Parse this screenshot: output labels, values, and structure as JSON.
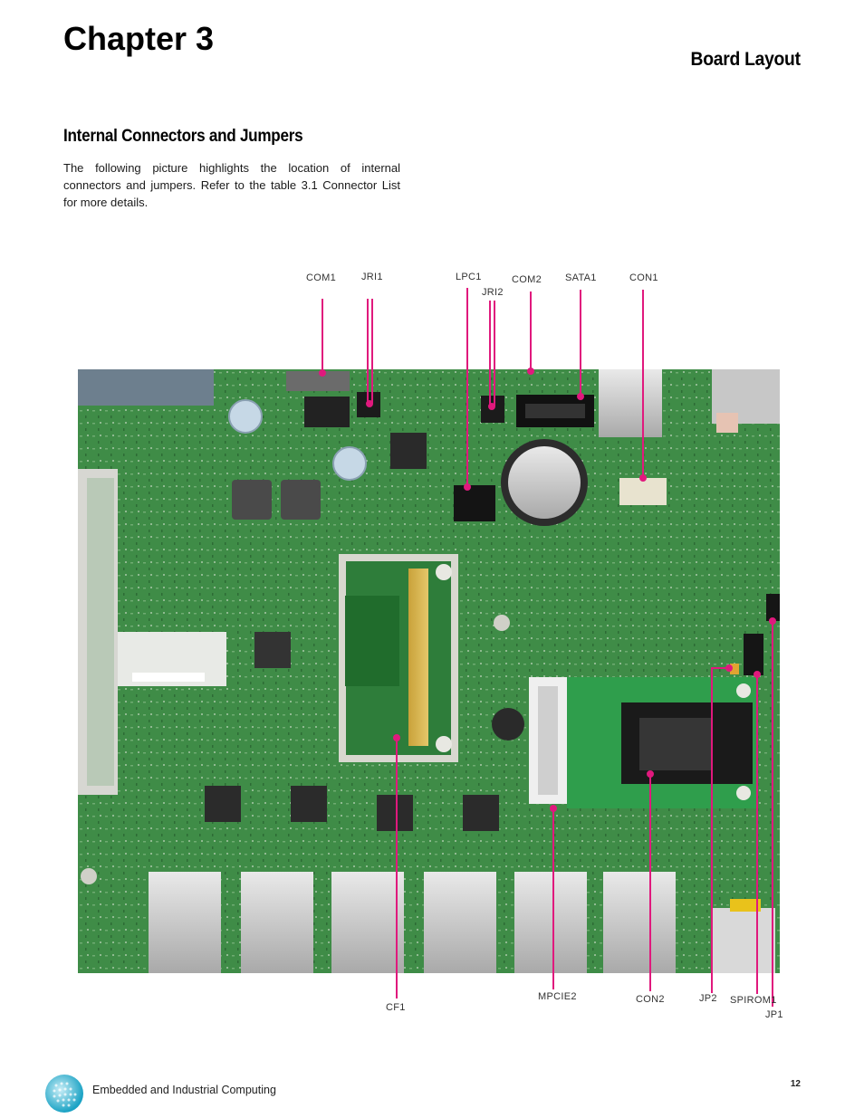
{
  "header": {
    "chapter": "Chapter 3",
    "section": "Board Layout"
  },
  "content": {
    "heading": "Internal Connectors and Jumpers",
    "intro": "The following picture highlights the location of internal connectors and jumpers. Refer to the table 3.1 Connector List for more details."
  },
  "figure": {
    "callout_color": "#e0197d",
    "labels": {
      "com1": "COM1",
      "jri1": "JRI1",
      "lpc1": "LPC1",
      "jri2": "JRI2",
      "com2": "COM2",
      "sata1": "SATA1",
      "con1": "CON1",
      "cf1": "CF1",
      "mpcie2": "MPCIE2",
      "con2": "CON2",
      "jp2": "JP2",
      "spirom1": "SPIROM1",
      "jp1": "JP1"
    }
  },
  "footer": {
    "text": "Embedded and Industrial Computing",
    "page": "12"
  }
}
